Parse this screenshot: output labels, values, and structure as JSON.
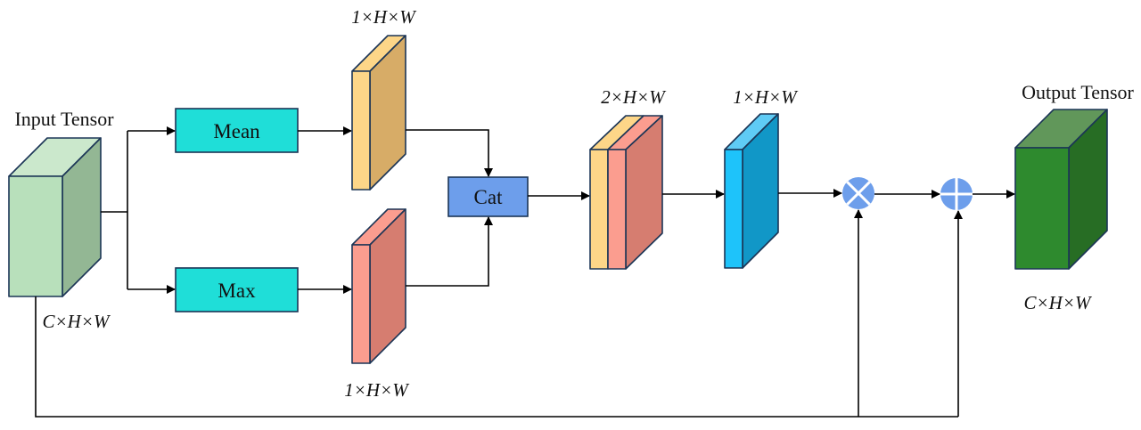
{
  "diagram": {
    "input": {
      "title": "Input Tensor",
      "dims": "C×H×W",
      "colors": {
        "front": "#b8e0bb",
        "side": "#93b794",
        "top": "#cbe8cc"
      }
    },
    "mean_op": {
      "label": "Mean",
      "color": "#1fded8"
    },
    "max_op": {
      "label": "Max",
      "color": "#1fded8"
    },
    "mean_map": {
      "dims": "1×H×W",
      "colors": {
        "front": "#fdd688",
        "side": "#d7ac67",
        "top": "#fdd688"
      }
    },
    "max_map": {
      "dims": "1×H×W",
      "colors": {
        "front": "#fb9d8f",
        "side": "#d67d70",
        "top": "#fb9d8f"
      }
    },
    "cat_op": {
      "label": "Cat",
      "color": "#6d9eeb"
    },
    "concat_map": {
      "dims": "2×H×W"
    },
    "attention_map": {
      "dims": "1×H×W",
      "colors": {
        "front": "#1ec3fa",
        "side": "#1197c7",
        "top": "#5fcbf5"
      }
    },
    "multiply_op": {
      "symbol": "multiply",
      "color": "#6d9eeb"
    },
    "add_op": {
      "symbol": "add",
      "color": "#6d9eeb"
    },
    "output": {
      "title": "Output Tensor",
      "dims": "C×H×W",
      "colors": {
        "front": "#2e8a2e",
        "side": "#276d24",
        "top": "#61975a"
      }
    }
  }
}
